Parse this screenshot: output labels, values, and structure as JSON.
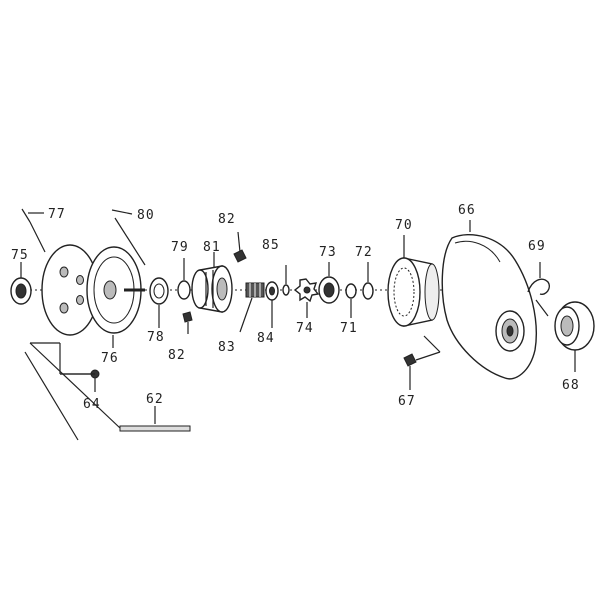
{
  "diagram": {
    "labels": {
      "p77": "77",
      "p80": "80",
      "p82a": "82",
      "p75": "75",
      "p79": "79",
      "p81": "81",
      "p85": "85",
      "p73": "73",
      "p72": "72",
      "p70": "70",
      "p66": "66",
      "p69": "69",
      "p78": "78",
      "p82b": "82",
      "p83": "83",
      "p84": "84",
      "p74": "74",
      "p71": "71",
      "p76": "76",
      "p64": "64",
      "p62": "62",
      "p67": "67",
      "p68": "68"
    }
  }
}
